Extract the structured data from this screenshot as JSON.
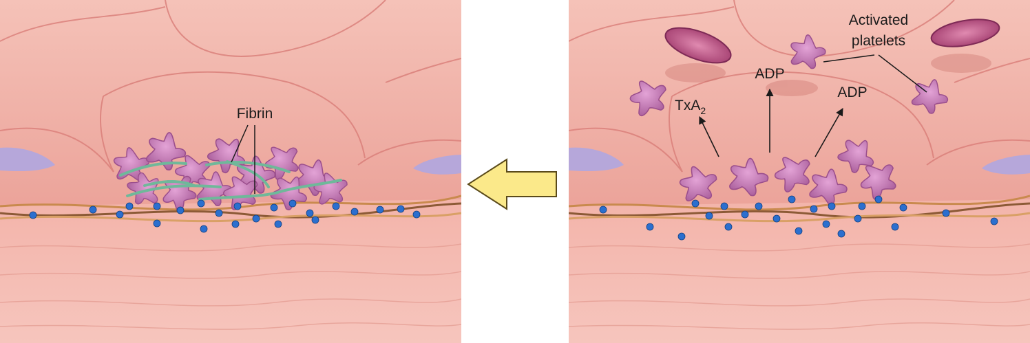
{
  "figure": {
    "left_panel": {
      "fibrin_label": "Fibrin"
    },
    "right_panel": {
      "activated_label_line1": "Activated",
      "activated_label_line2": "platelets",
      "adp_label_left": "ADP",
      "adp_label_right": "ADP",
      "txa_main": "TxA",
      "txa_sub": "2"
    },
    "arrow": {
      "direction": "left",
      "fill_color": "#fbe98a",
      "stroke_color": "#5a4a1a"
    },
    "colors": {
      "tissue": "#f2b0a8",
      "cell_outline": "#d97d78",
      "platelet": "#c777b8",
      "fibrin": "#6fb89a",
      "collagen": "#c98a4e",
      "dots": "#2b6fcf",
      "rbc": "#b24a7c"
    }
  }
}
